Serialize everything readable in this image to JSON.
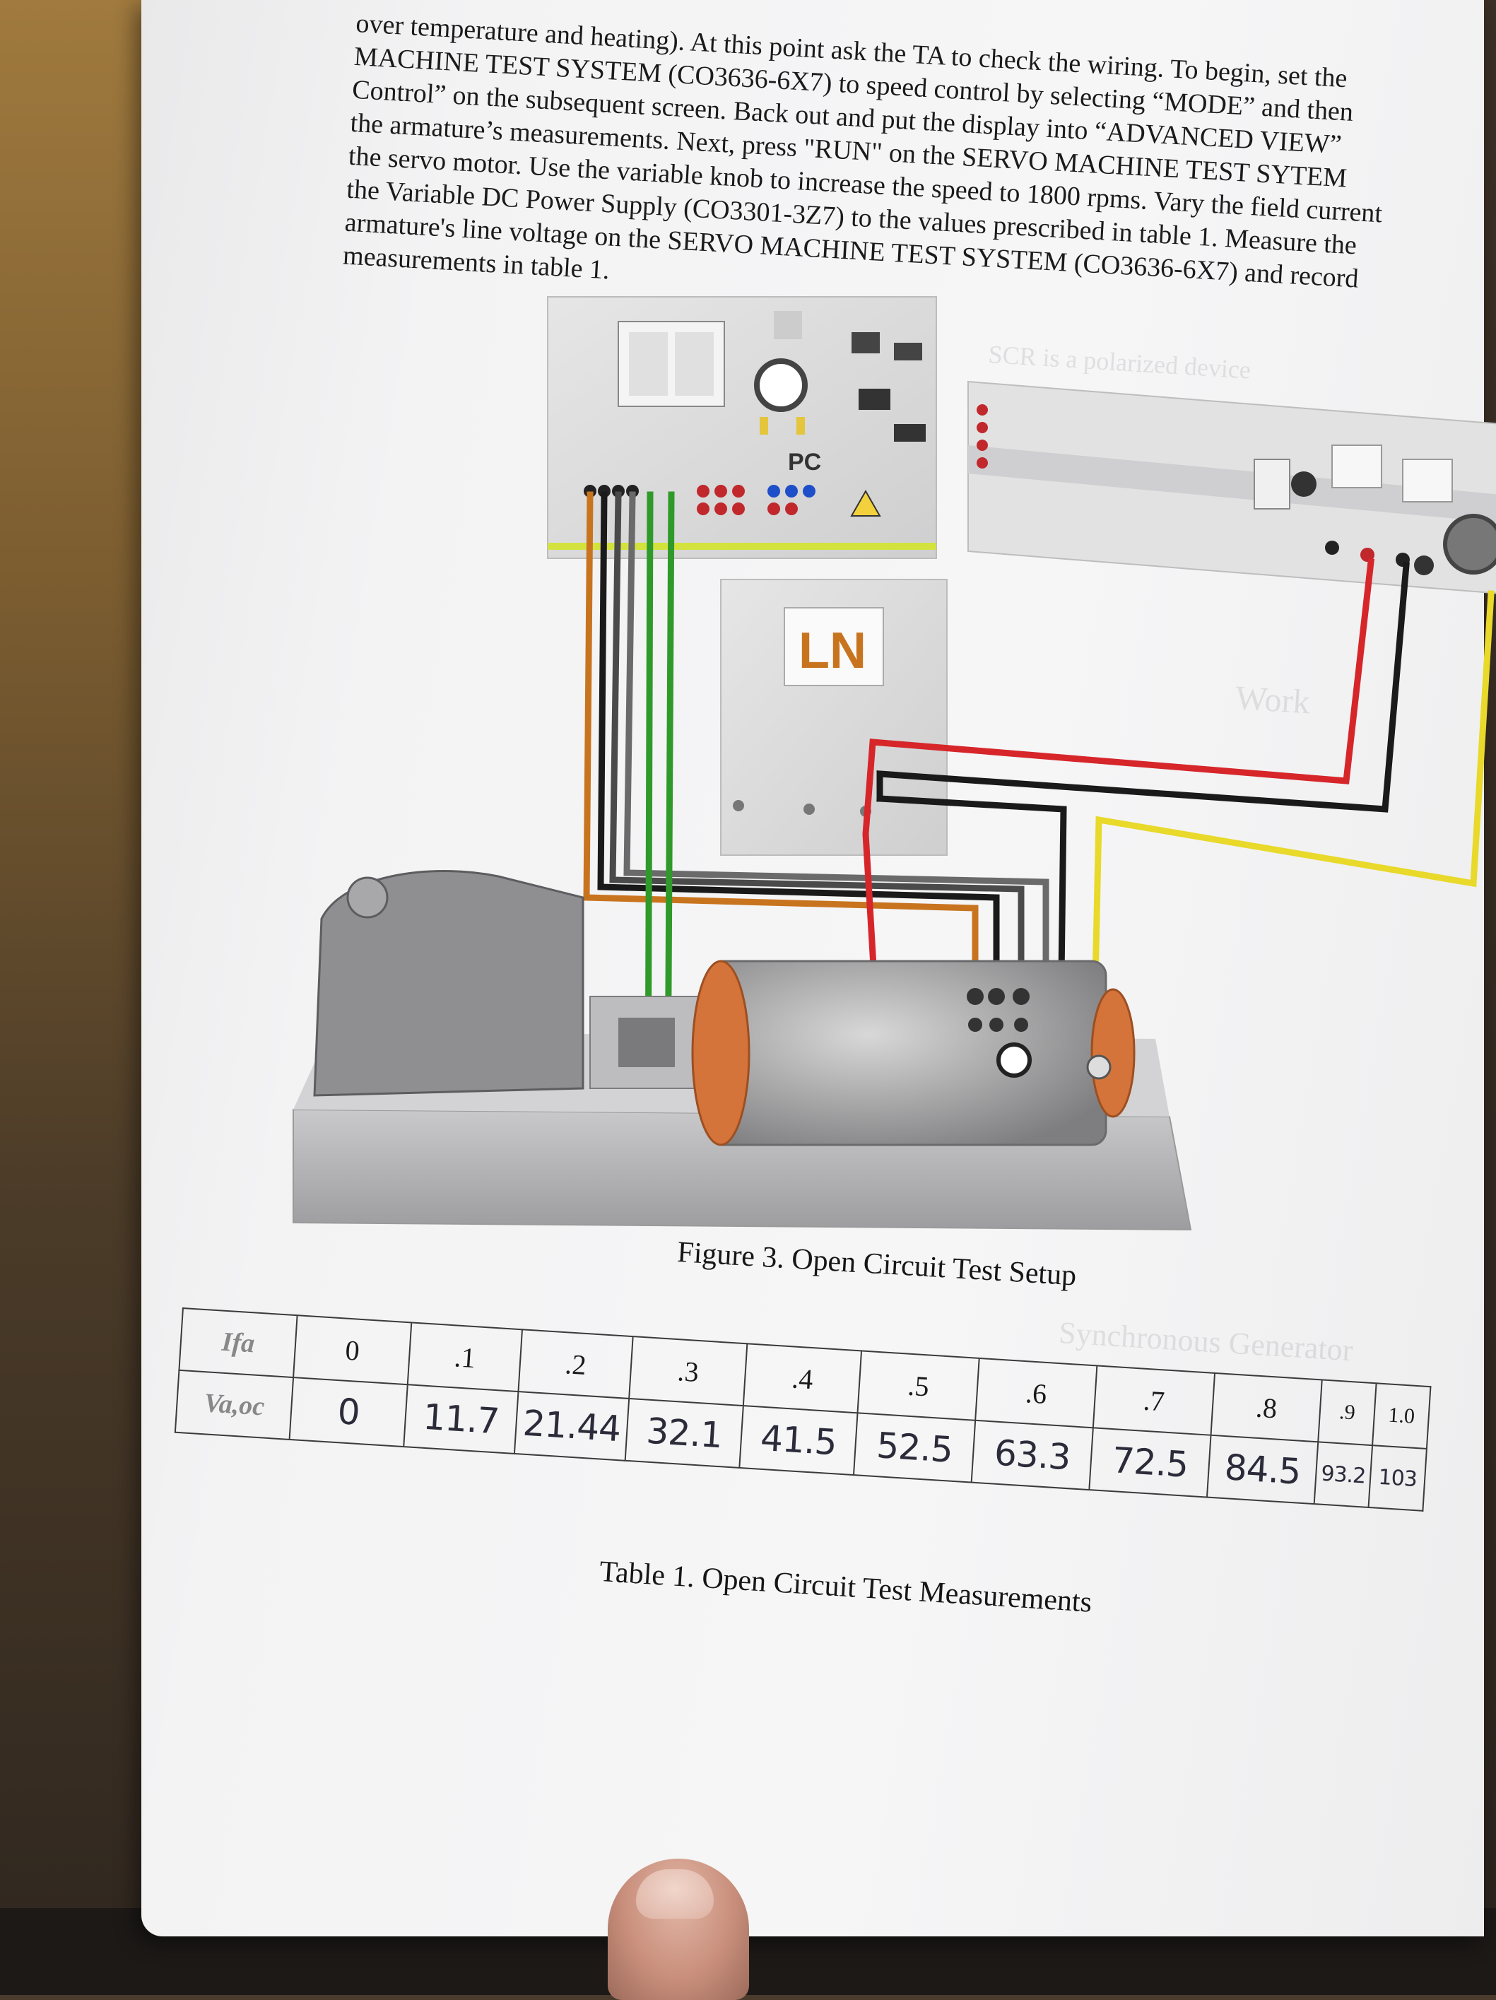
{
  "paragraph": {
    "lines": [
      "over temperature and heating). At this point ask the TA to check the wiring. To begin, set the",
      "MACHINE TEST SYSTEM (CO3636-6X7) to speed control by selecting “MODE” and then",
      "Control” on the subsequent screen. Back out and put the display into “ADVANCED VIEW”",
      "the armature’s measurements. Next, press \"RUN\" on the SERVO MACHINE TEST SYTEM",
      "the servo motor. Use the variable knob to increase the speed to 1800 rpms. Vary the field current",
      "the Variable DC Power Supply (CO3301-3Z7) to the values prescribed in table 1. Measure the",
      "armature's line voltage on the SERVO MACHINE TEST SYSTEM (CO3636-6X7) and record",
      "measurements in table 1."
    ]
  },
  "figure": {
    "panel_label": "PC",
    "logo_text": "LN",
    "caption": "Figure 3. Open Circuit Test Setup",
    "wire_colors": {
      "orange": "#c8741f",
      "black": "#1a1a1a",
      "green": "#2f9a2a",
      "red": "#d6262a",
      "yellow": "#e8d92a",
      "grey": "#8a8a8a"
    }
  },
  "table": {
    "row1_label": "Ifa",
    "row2_label": "Va,oc",
    "row1": [
      "0",
      ".1",
      ".2",
      ".3",
      ".4",
      ".5",
      ".6",
      ".7",
      ".8",
      ".9",
      "1.0"
    ],
    "row2": [
      "0",
      "11.7",
      "21.44",
      "32.1",
      "41.5",
      "52.5",
      "63.3",
      "72.5",
      "84.5",
      "93.2",
      "103"
    ],
    "caption": "Table 1. Open Circuit Test Measurements"
  },
  "ghost_text": {
    "lines": [
      "SCR is a polarized device",
      "Work",
      "Synchronous Generator"
    ]
  }
}
